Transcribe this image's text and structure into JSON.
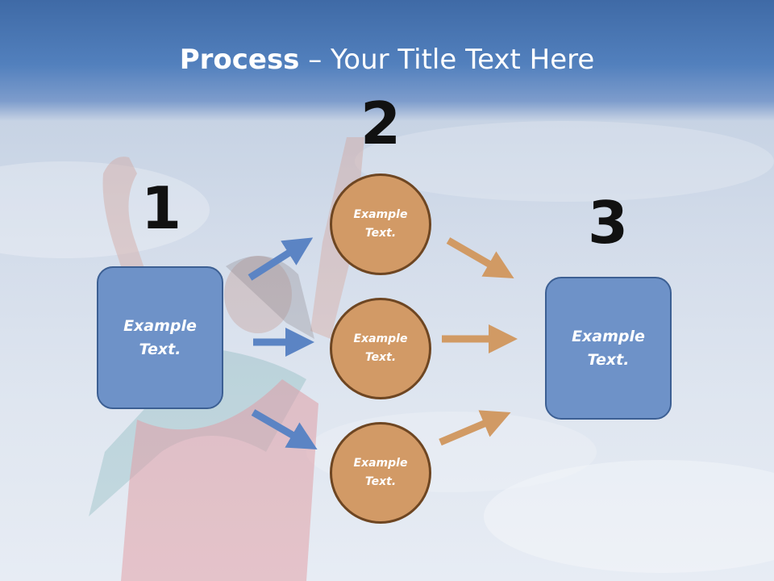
{
  "slide": {
    "title_bold": "Process",
    "title_rest": " – Your Title Text Here"
  },
  "steps": [
    {
      "number": "1"
    },
    {
      "number": "2"
    },
    {
      "number": "3"
    }
  ],
  "start_box": {
    "text": "Example Text."
  },
  "middle_circles": [
    {
      "text": "Example Text."
    },
    {
      "text": "Example Text."
    },
    {
      "text": "Example Text."
    }
  ],
  "end_box": {
    "text": "Example Text."
  },
  "colors": {
    "box_fill": "#6e92c8",
    "circle_fill": "#d29a66",
    "arrow_blue": "#5b84c4",
    "arrow_orange": "#d19a64"
  }
}
